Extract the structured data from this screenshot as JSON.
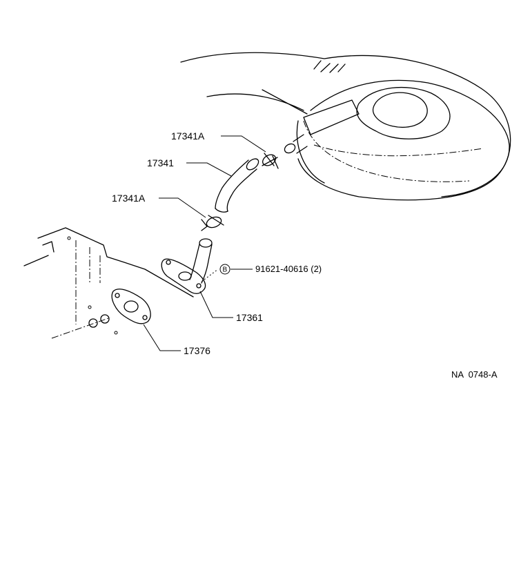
{
  "part_labels": {
    "clamp_upper": "17341A",
    "hose": "17341",
    "clamp_lower": "17341A",
    "bolt_ref": "B",
    "bolt_part": "91621-40616 (2)",
    "pipe": "17361",
    "gasket": "17376"
  },
  "diagram_code": "NA  0748-A"
}
